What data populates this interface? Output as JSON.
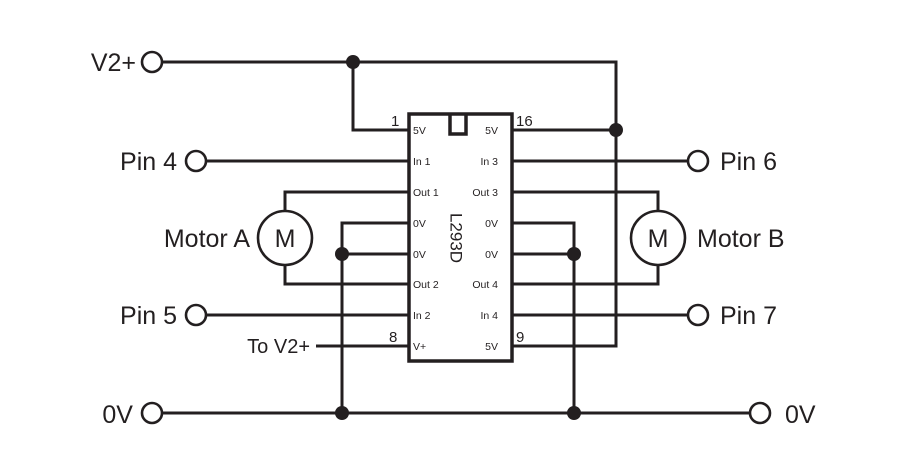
{
  "diagram": {
    "type": "circuit-schematic",
    "chip": {
      "name": "L293D",
      "left_pins": [
        {
          "number": "1",
          "label": "5V"
        },
        {
          "label": "In 1"
        },
        {
          "label": "Out 1"
        },
        {
          "label": "0V"
        },
        {
          "label": "0V"
        },
        {
          "label": "Out 2"
        },
        {
          "label": "In 2"
        },
        {
          "number": "8",
          "label": "V+"
        }
      ],
      "right_pins": [
        {
          "number": "16",
          "label": "5V"
        },
        {
          "label": "In 3"
        },
        {
          "label": "Out 3"
        },
        {
          "label": "0V"
        },
        {
          "label": "0V"
        },
        {
          "label": "Out 4"
        },
        {
          "label": "In 4"
        },
        {
          "number": "9",
          "label": "5V"
        }
      ]
    },
    "terminals": {
      "v2plus": "V2+",
      "pin4": "Pin 4",
      "pin5": "Pin 5",
      "pin6": "Pin 6",
      "pin7": "Pin 7",
      "gnd_left": "0V",
      "gnd_right": "0V",
      "to_v2plus": "To V2+"
    },
    "motors": {
      "a": {
        "symbol": "M",
        "label": "Motor A"
      },
      "b": {
        "symbol": "M",
        "label": "Motor B"
      }
    },
    "colors": {
      "ink": "#231f20",
      "background": "#ffffff"
    }
  }
}
